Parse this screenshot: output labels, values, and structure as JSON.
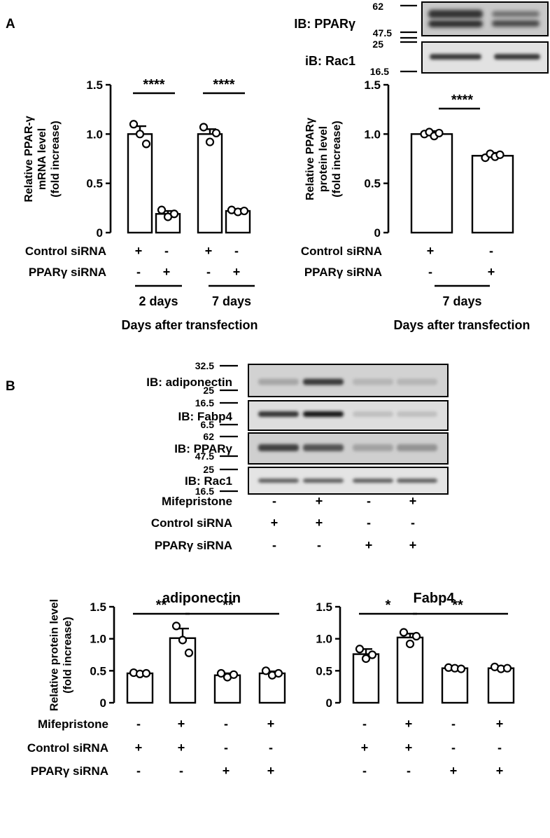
{
  "panels": {
    "a": "A",
    "b": "B"
  },
  "blot_a": {
    "rows": [
      {
        "label": "IB: PPARγ",
        "mw_top": "62",
        "mw_bottom": "47.5"
      },
      {
        "label": "iB: Rac1",
        "mw_top": "25",
        "mw_bottom": "16.5"
      }
    ]
  },
  "blot_b": {
    "rows": [
      {
        "label": "IB: adiponectin",
        "mw_top": "32.5",
        "mw_bottom": "25"
      },
      {
        "label": "IB: Fabp4",
        "mw_top": "16.5",
        "mw_bottom": "6.5"
      },
      {
        "label": "IB: PPARγ",
        "mw_top": "62",
        "mw_bottom": "47.5"
      },
      {
        "label": "IB: Rac1",
        "mw_top": "25",
        "mw_bottom": "16.5"
      }
    ],
    "conditions": [
      {
        "label": "Mifepristone",
        "signs": [
          "-",
          "+",
          "-",
          "+"
        ]
      },
      {
        "label": "Control siRNA",
        "signs": [
          "+",
          "+",
          "-",
          "-"
        ]
      },
      {
        "label": "PPARγ siRNA",
        "signs": [
          "-",
          "-",
          "+",
          "+"
        ]
      }
    ]
  },
  "chart_data": [
    {
      "type": "bar",
      "ylabel_lines": [
        "Relative PPAR-γ",
        "mRNA level",
        "(fold increase)"
      ],
      "ylim": [
        0,
        1.5
      ],
      "yticks": [
        "0",
        "0.5",
        "1.0",
        "1.5"
      ],
      "values": [
        1.0,
        0.19,
        1.0,
        0.22
      ],
      "errors": [
        0.08,
        0.03,
        0.05,
        0.02
      ],
      "points": [
        [
          1.1,
          1.0,
          0.9
        ],
        [
          0.23,
          0.16,
          0.19
        ],
        [
          1.07,
          0.92,
          1.01
        ],
        [
          0.23,
          0.21,
          0.22
        ]
      ],
      "conditions": [
        {
          "label": "Control siRNA",
          "signs": [
            "+",
            "-",
            "+",
            "-"
          ]
        },
        {
          "label": "PPARγ siRNA",
          "signs": [
            "-",
            "+",
            "-",
            "+"
          ]
        }
      ],
      "groups": [
        "2 days",
        "7 days"
      ],
      "xlabel": "Days after transfection",
      "significance": [
        {
          "text": "****",
          "from": 0,
          "to": 1
        },
        {
          "text": "****",
          "from": 2,
          "to": 3
        }
      ]
    },
    {
      "type": "bar",
      "ylabel_lines": [
        "Relative PPARγ",
        "protein level",
        "(fold increase)"
      ],
      "ylim": [
        0,
        1.5
      ],
      "yticks": [
        "0",
        "0.5",
        "1.0",
        "1.5"
      ],
      "values": [
        1.0,
        0.78
      ],
      "errors": [
        0.03,
        0.03
      ],
      "points": [
        [
          1.0,
          1.02,
          0.98,
          1.01
        ],
        [
          0.76,
          0.8,
          0.77,
          0.79
        ]
      ],
      "conditions": [
        {
          "label": "Control siRNA",
          "signs": [
            "+",
            "-"
          ]
        },
        {
          "label": "PPARγ siRNA",
          "signs": [
            "-",
            "+"
          ]
        }
      ],
      "groups": [
        "7 days"
      ],
      "xlabel": "Days after transfection",
      "significance": [
        {
          "text": "****",
          "from": 0,
          "to": 1
        }
      ]
    },
    {
      "type": "bar",
      "title": "adiponectin",
      "ylabel_lines": [
        "Relative protein level",
        "(fold increase)"
      ],
      "ylim": [
        0,
        1.5
      ],
      "yticks": [
        "0",
        "0.5",
        "1.0",
        "1.5"
      ],
      "values": [
        0.46,
        1.01,
        0.43,
        0.46
      ],
      "errors": [
        0.01,
        0.15,
        0.03,
        0.03
      ],
      "points": [
        [
          0.47,
          0.45,
          0.46
        ],
        [
          1.2,
          0.98,
          0.78
        ],
        [
          0.46,
          0.4,
          0.44
        ],
        [
          0.5,
          0.43,
          0.46
        ]
      ],
      "conditions": [
        {
          "label": "Mifepristone",
          "signs": [
            "-",
            "+",
            "-",
            "+"
          ]
        },
        {
          "label": "Control siRNA",
          "signs": [
            "+",
            "+",
            "-",
            "-"
          ]
        },
        {
          "label": "PPARγ siRNA",
          "signs": [
            "-",
            "-",
            "+",
            "+"
          ]
        }
      ],
      "significance": [
        {
          "text": "**",
          "from": 0,
          "to": 1
        },
        {
          "text": "**",
          "from": 1,
          "to": 3
        }
      ]
    },
    {
      "type": "bar",
      "title": "Fabp4",
      "ylim": [
        0,
        1.5
      ],
      "yticks": [
        "0",
        "0.5",
        "1.0",
        "1.5"
      ],
      "values": [
        0.76,
        1.02,
        0.54,
        0.54
      ],
      "errors": [
        0.08,
        0.06,
        0.01,
        0.01
      ],
      "points": [
        [
          0.84,
          0.69,
          0.75
        ],
        [
          1.1,
          0.92,
          1.04
        ],
        [
          0.55,
          0.54,
          0.53
        ],
        [
          0.56,
          0.53,
          0.54
        ]
      ],
      "conditions": [
        {
          "label": "Mifepristone",
          "signs": [
            "-",
            "+",
            "-",
            "+"
          ]
        },
        {
          "label": "Control siRNA",
          "signs": [
            "+",
            "+",
            "-",
            "-"
          ]
        },
        {
          "label": "PPARγ siRNA",
          "signs": [
            "-",
            "-",
            "+",
            "+"
          ]
        }
      ],
      "significance": [
        {
          "text": "*",
          "from": 0,
          "to": 1
        },
        {
          "text": "**",
          "from": 1,
          "to": 3
        }
      ]
    }
  ]
}
